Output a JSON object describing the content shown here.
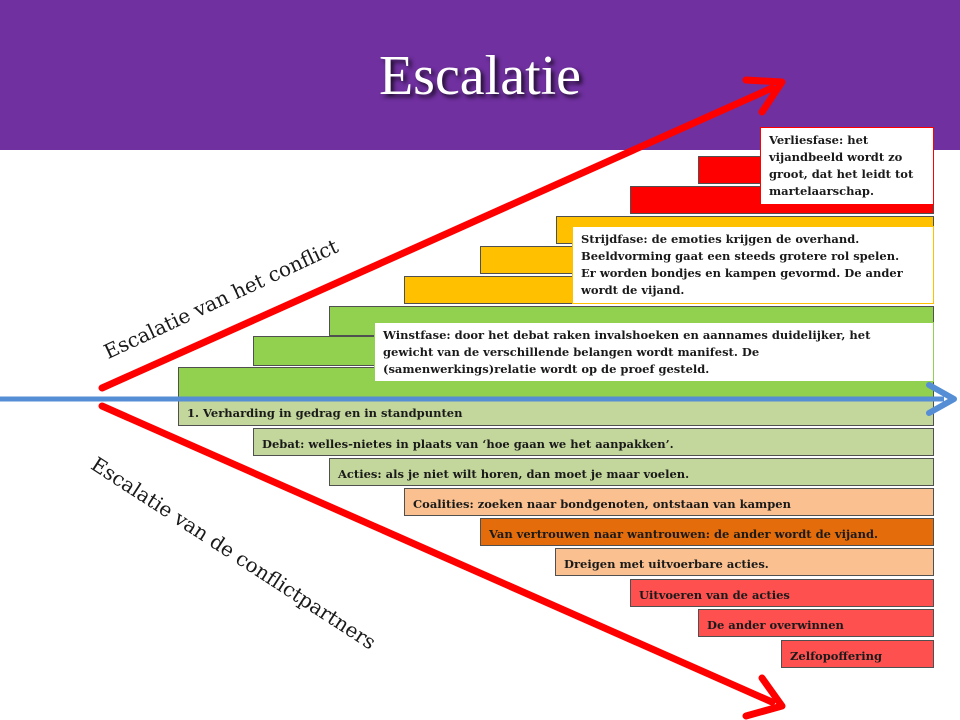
{
  "title": "Escalatie",
  "colors": {
    "banner": "#7030a0",
    "red": "#ff0000",
    "amber": "#ffc000",
    "green": "#92d050",
    "light_green": "#c3d69b",
    "peach": "#fac090",
    "orange": "#e46c0a",
    "salmon": "#ff5050",
    "blue_arrow": "#558ed5"
  },
  "labels": {
    "upper": "Escalatie van het conflict",
    "lower": "Escalatie van de conflictpartners"
  },
  "phases": [
    {
      "name": "winstfase",
      "lines": [
        "Winstfase: door het debat raken invalshoeken en aannames duidelijker, het",
        "gewicht van de verschillende belangen wordt manifest. De",
        "(samenwerkings)relatie wordt op de proef gesteld."
      ]
    },
    {
      "name": "strijdfase",
      "lines": [
        "Strijdfase: de emoties krijgen de overhand.",
        "Beeldvorming gaat een steeds grotere rol spelen.",
        "Er worden bondjes en kampen gevormd. De ander",
        "wordt de vijand."
      ]
    },
    {
      "name": "verliesfase",
      "lines": [
        "Verliesfase: het",
        "vijandbeeld wordt zo",
        "groot, dat het leidt tot",
        "martelaarschap."
      ]
    }
  ],
  "steps": [
    "1. Verharding in gedrag en in standpunten",
    "Debat: welles-nietes in plaats van ‘hoe gaan we het aanpakken’.",
    "Acties: als je niet wilt horen, dan moet je maar voelen.",
    "Coalities: zoeken naar bondgenoten, ontstaan van kampen",
    "Van vertrouwen naar wantrouwen: de ander wordt de vijand.",
    "Dreigen met uitvoerbare acties.",
    "Uitvoeren van de acties",
    "De ander overwinnen",
    "Zelfopoffering"
  ]
}
